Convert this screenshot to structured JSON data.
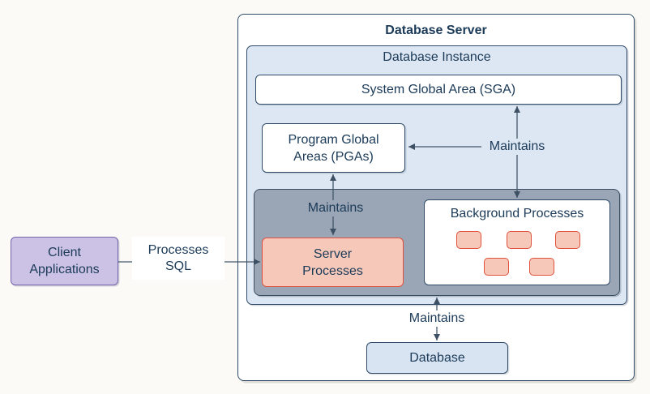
{
  "colors": {
    "page_background": "#fbfaf7",
    "navy_border_text": "#1b3a58",
    "instance_blue": "#dce7f3",
    "processes_gray": "#9aa6b5",
    "salmon_fill": "#f6c8b9",
    "red_border": "#e0503c",
    "client_lavender": "#ccc2e6",
    "client_purple_border": "#7264ab",
    "database_blue": "#d8e4f2",
    "arrow": "#44576b"
  },
  "diagram": {
    "server": {
      "title": "Database Server"
    },
    "instance": {
      "title": "Database Instance"
    },
    "sga": {
      "label": "System Global Area (SGA)"
    },
    "pga": {
      "label": "Program Global\nAreas (PGAs)"
    },
    "processes_container": {
      "server_processes": {
        "label": "Server\nProcesses"
      },
      "background_processes": {
        "label": "Background Processes",
        "chip_count": 5
      }
    },
    "client": {
      "label": "Client\nApplications"
    },
    "database": {
      "label": "Database"
    },
    "edges": {
      "client_to_server": {
        "label": "Processes\nSQL"
      },
      "maintains_sga_to_pga": {
        "label": "Maintains"
      },
      "maintains_pga_to_server": {
        "label": "Maintains"
      },
      "maintains_instance_to_database": {
        "label": "Maintains"
      }
    }
  }
}
